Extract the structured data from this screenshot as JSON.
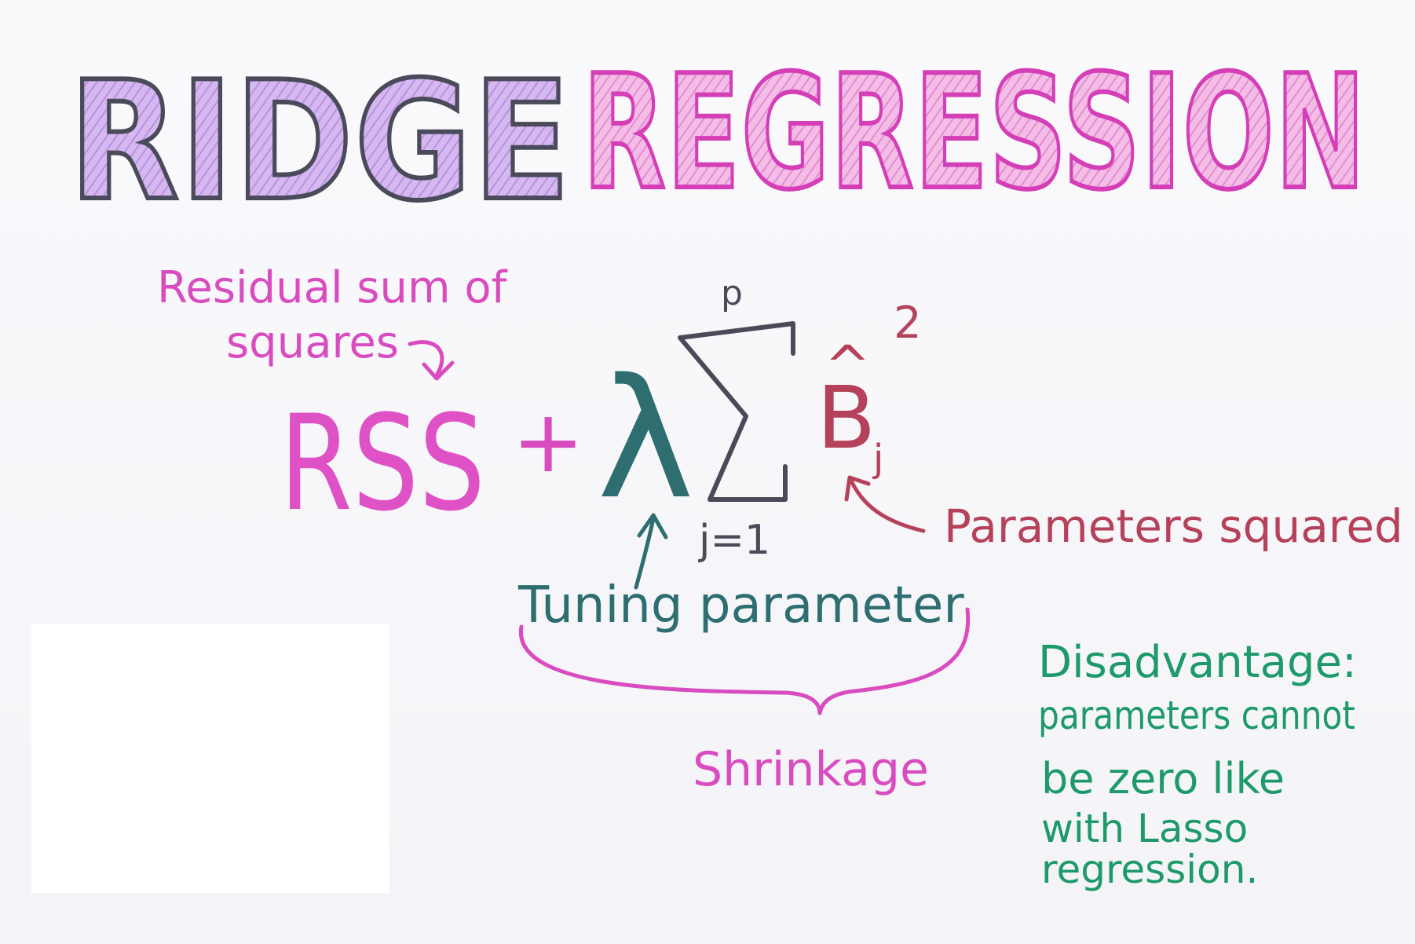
{
  "title": {
    "word1": "RIDGE",
    "word2": "REGRESSION"
  },
  "labels": {
    "rss_desc_line1": "Residual sum of",
    "rss_desc_line2": "squares",
    "rss": "RSS",
    "plus": "+",
    "lambda": "λ",
    "sigma_upper": "p",
    "sigma_lower": "j=1",
    "beta": "B",
    "beta_hat": "^",
    "beta_sub": "j",
    "beta_exp": "2",
    "params_squared": "Parameters squared",
    "tuning": "Tuning parameter",
    "shrinkage": "Shrinkage",
    "disadvantage": [
      "Disadvantage:",
      "parameters cannot",
      "be zero like",
      "with Lasso",
      "regression."
    ]
  },
  "colors": {
    "title_purple": "#c9a8ea",
    "title_pink": "#ec9ad9",
    "outline_dark": "#4a4a5a",
    "outline_pink": "#d43fb8",
    "pink_text": "#d94cc0",
    "teal": "#2e6e70",
    "red": "#b5425a",
    "green": "#1e9a6a",
    "sigma_gray": "#4a4a58"
  }
}
